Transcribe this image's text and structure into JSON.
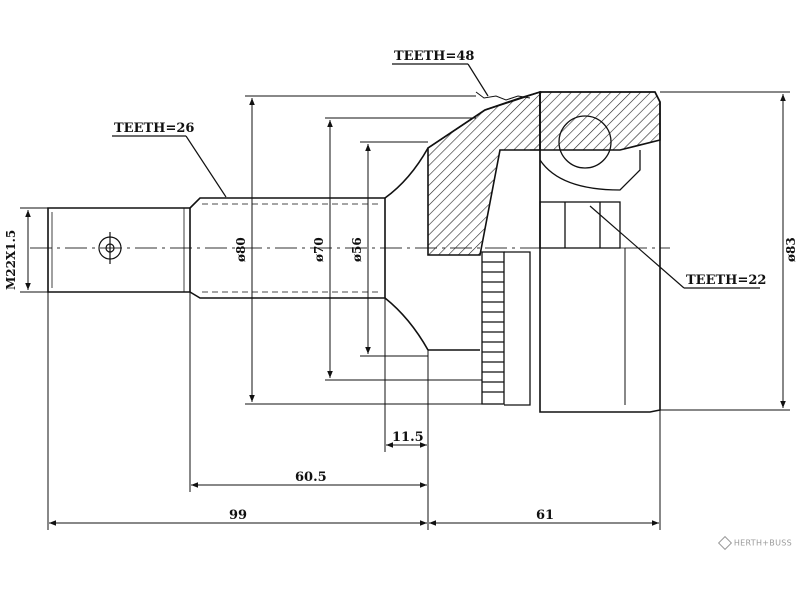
{
  "callouts": {
    "teeth_48": "TEETH=48",
    "teeth_26": "TEETH=26",
    "teeth_22": "TEETH=22"
  },
  "diameters": {
    "thread": "M22X1.5",
    "d80": "ø80",
    "d70": "ø70",
    "d56": "ø56",
    "d83": "ø83"
  },
  "lengths": {
    "l_11_5": "11.5",
    "l_60_5": "60.5",
    "l_99": "99",
    "l_61": "61"
  },
  "watermark": "HERTH+BUSS"
}
